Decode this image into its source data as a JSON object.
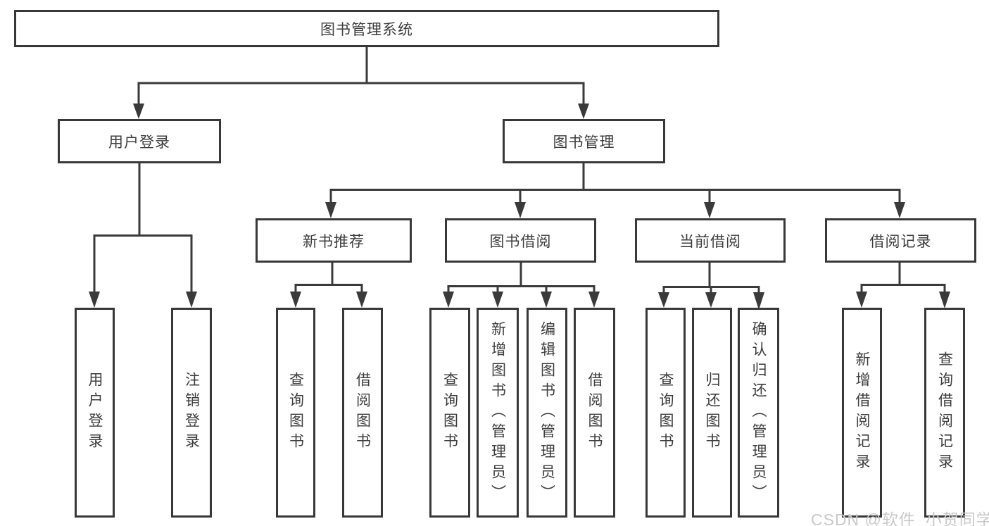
{
  "diagram": {
    "root": {
      "label": "图书管理系统"
    },
    "branches": [
      {
        "label": "用户登录",
        "children": [
          {
            "label": "用户登录"
          },
          {
            "label": "注销登录"
          }
        ]
      },
      {
        "label": "图书管理",
        "children": [
          {
            "label": "新书推荐",
            "children": [
              {
                "label": "查询图书"
              },
              {
                "label": "借阅图书"
              }
            ]
          },
          {
            "label": "图书借阅",
            "children": [
              {
                "label": "查询图书"
              },
              {
                "label": "新增图书（管理员）"
              },
              {
                "label": "编辑图书（管理员）"
              },
              {
                "label": "借阅图书"
              }
            ]
          },
          {
            "label": "当前借阅",
            "children": [
              {
                "label": "查询图书"
              },
              {
                "label": "归还图书"
              },
              {
                "label": "确认归还（管理员）"
              }
            ]
          },
          {
            "label": "借阅记录",
            "children": [
              {
                "label": "新增借阅记录"
              },
              {
                "label": "查询借阅记录"
              }
            ]
          }
        ]
      }
    ]
  },
  "watermark": {
    "text": "CSDN @软件_小贺同学"
  },
  "colors": {
    "line": "#3a3a3a",
    "border": "#383838",
    "background": "#ffffff",
    "watermark": "#c9c9c9"
  }
}
